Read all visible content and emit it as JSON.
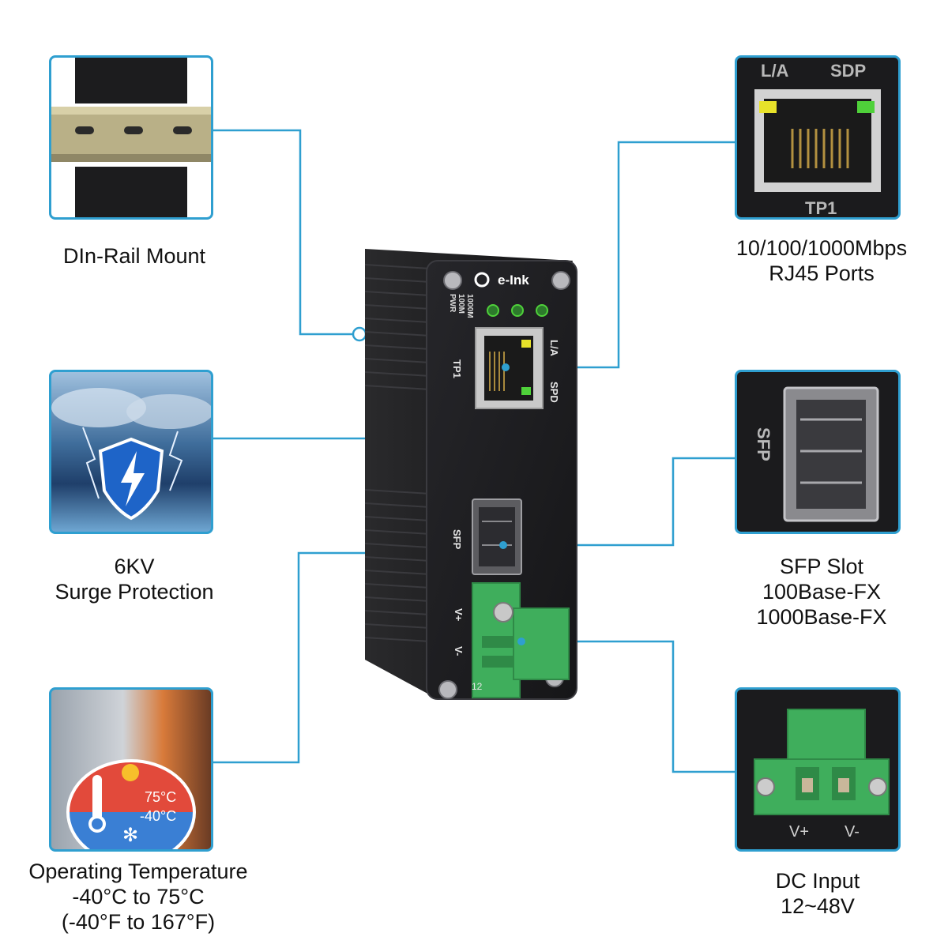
{
  "features": {
    "din_rail": {
      "line1": "DIn-Rail Mount"
    },
    "surge": {
      "line1": "6KV",
      "line2": "Surge Protection"
    },
    "temperature": {
      "line1": "Operating Temperature",
      "line2": "-40°C to 75°C",
      "line3": "(-40°F to 167°F)",
      "badge_hot": "75°C",
      "badge_cold": "-40°C"
    },
    "rj45": {
      "line1": "10/100/1000Mbps",
      "line2": "RJ45 Ports",
      "label_la": "L/A",
      "label_sdp": "SDP",
      "label_port": "TP1"
    },
    "sfp": {
      "line1": "SFP Slot",
      "line2": "100Base-FX",
      "line3": "1000Base-FX",
      "label_sfp": "SFP"
    },
    "dc": {
      "line1": "DC Input",
      "line2": "12~48V",
      "label_vplus": "V+",
      "label_vminus": "V-"
    }
  },
  "device": {
    "brand": "e-Ink",
    "led_1000m": "1000M",
    "led_100m": "100M",
    "led_pwr": "PWR",
    "port_label": "TP1",
    "la_label": "L/A",
    "spd_label": "SPD",
    "sfp_label": "SFP",
    "vplus_label": "V+",
    "vminus_label": "V-",
    "voltage_label": "12"
  },
  "colors": {
    "accent": "#2f9fd0",
    "terminal_green": "#3fae5c",
    "device_black": "#1c1c1e",
    "led_green": "#4fd13a",
    "led_yellow": "#e8e22a"
  }
}
